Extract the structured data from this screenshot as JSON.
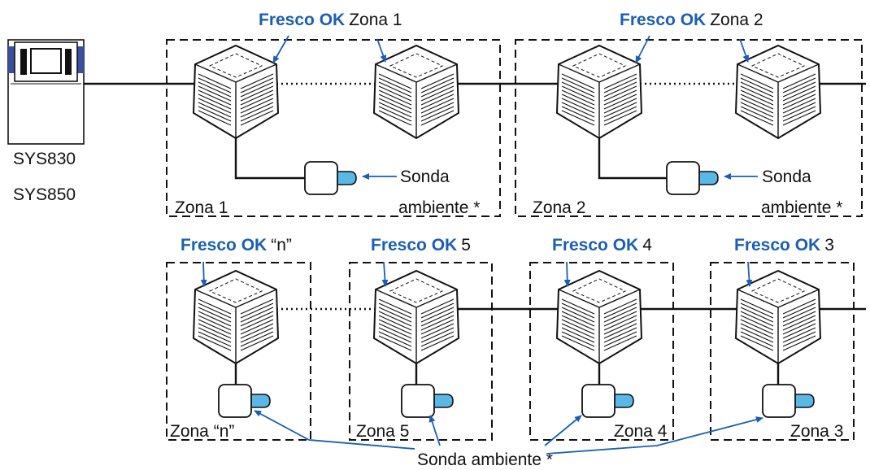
{
  "controller": {
    "model_1": "SYS830",
    "model_2": "SYS850"
  },
  "units": [
    {
      "brand": "Fresco OK",
      "label": "Zona 1"
    },
    {
      "brand": "Fresco OK",
      "label": "Zona 2"
    },
    {
      "brand": "Fresco OK",
      "label": "“n”"
    },
    {
      "brand": "Fresco OK",
      "label": "5"
    },
    {
      "brand": "Fresco OK",
      "label": "4"
    },
    {
      "brand": "Fresco OK",
      "label": "3"
    }
  ],
  "zones": [
    {
      "label": "Zona 1"
    },
    {
      "label": "Zona 2"
    },
    {
      "label": "Zona “n”"
    },
    {
      "label": "Zona 5"
    },
    {
      "label": "Zona 4"
    },
    {
      "label": "Zona 3"
    }
  ],
  "sensor_labels": {
    "top_line1": "Sonda",
    "top_line2": "ambiente *",
    "bottom": "Sonda ambiente *"
  },
  "colors": {
    "brand_blue": "#1a5fb4",
    "sensor_tip": "#5ab8e6",
    "controller_side": "#3a4fa0"
  },
  "icons": {
    "unit": "ceiling-cassette-unit-icon",
    "sensor": "room-sensor-icon",
    "controller": "controller-panel-icon"
  }
}
